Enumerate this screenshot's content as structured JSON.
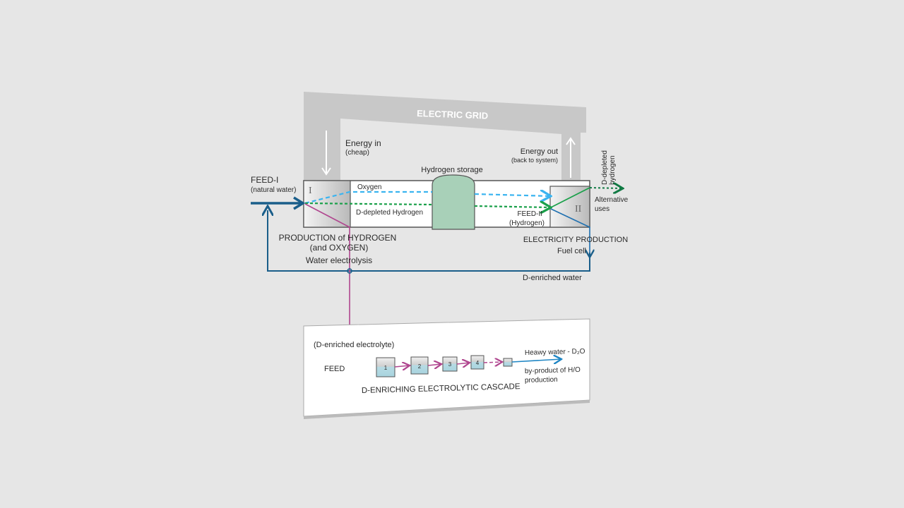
{
  "grid": {
    "title": "ELECTRIC GRID"
  },
  "energy_in": {
    "label": "Energy in",
    "note": "(cheap)"
  },
  "energy_out": {
    "label": "Energy out",
    "note": "(back to system)"
  },
  "feed1": {
    "label": "FEED-I",
    "note": "(natural water)"
  },
  "stage1": {
    "numeral": "I",
    "title": "PRODUCTION of HYDROGEN",
    "subtitle": "(and OXYGEN)",
    "process": "Water electrolysis"
  },
  "stage2": {
    "numeral": "II",
    "title": "ELECTRICITY PRODUCTION",
    "process": "Fuel cell"
  },
  "storage": {
    "label": "Hydrogen storage"
  },
  "flows": {
    "oxygen": "Oxygen",
    "hydrogen": "D-depleted Hydrogen",
    "feed2": "FEED-II",
    "feed2_note": "(Hydrogen)",
    "d_depleted_out_1": "D-depleted",
    "d_depleted_out_2": "hydrogen",
    "alternative_1": "Alternative",
    "alternative_2": "uses",
    "d_enriched_water": "D-enriched water"
  },
  "cascade": {
    "electrolyte": "(D-enriched electrolyte)",
    "feed": "FEED",
    "cells": [
      "1",
      "2",
      "3",
      "4"
    ],
    "title": "D-ENRICHING ELECTROLYTIC CASCADE",
    "product": "Heawy water - D₂O",
    "byproduct_1": "by-product of H/O",
    "byproduct_2": "production"
  },
  "colors": {
    "oxygen": "#3bb4f0",
    "hydrogen": "#1aa04a",
    "water": "#1a5e8a",
    "electrolyte": "#b0468f",
    "storage": "#a8d0b8"
  }
}
